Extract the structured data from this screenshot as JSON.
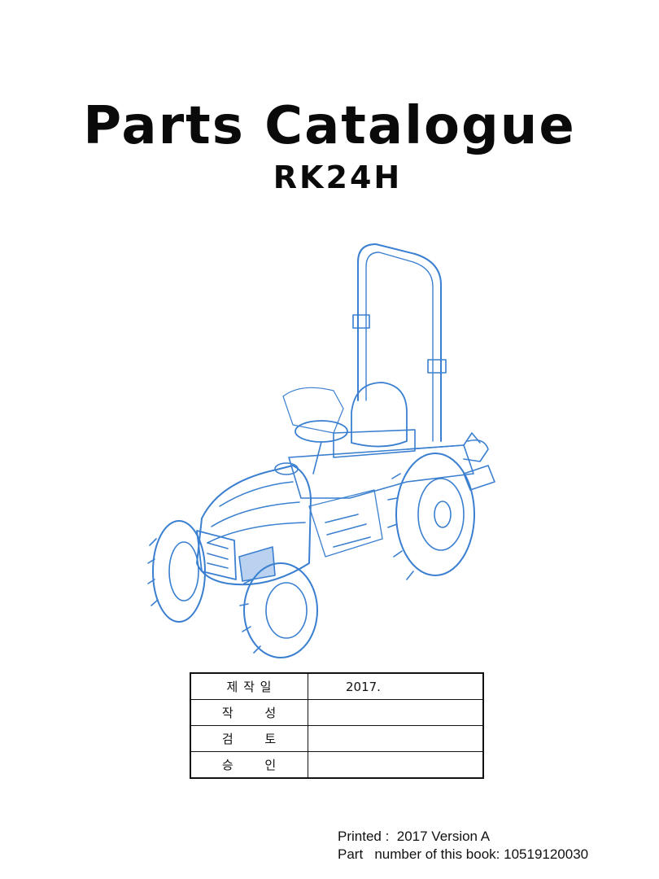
{
  "header": {
    "title": "Parts Catalogue",
    "model": "RK24H"
  },
  "approval_table": {
    "rows": [
      {
        "label": "제 작 일",
        "value": "2017."
      },
      {
        "label": "작　　 성",
        "value": ""
      },
      {
        "label": "검　　 토",
        "value": ""
      },
      {
        "label": "승　　 인",
        "value": ""
      }
    ]
  },
  "footer": {
    "printed_label": "Printed :",
    "printed_value": "2017 Version A",
    "part_label": "Part   number of this book:",
    "part_value": "10519120030"
  },
  "colors": {
    "line_art": "#3a7fd0",
    "text": "#0a0a0a"
  },
  "illustration": {
    "subject": "tractor-illustration"
  }
}
